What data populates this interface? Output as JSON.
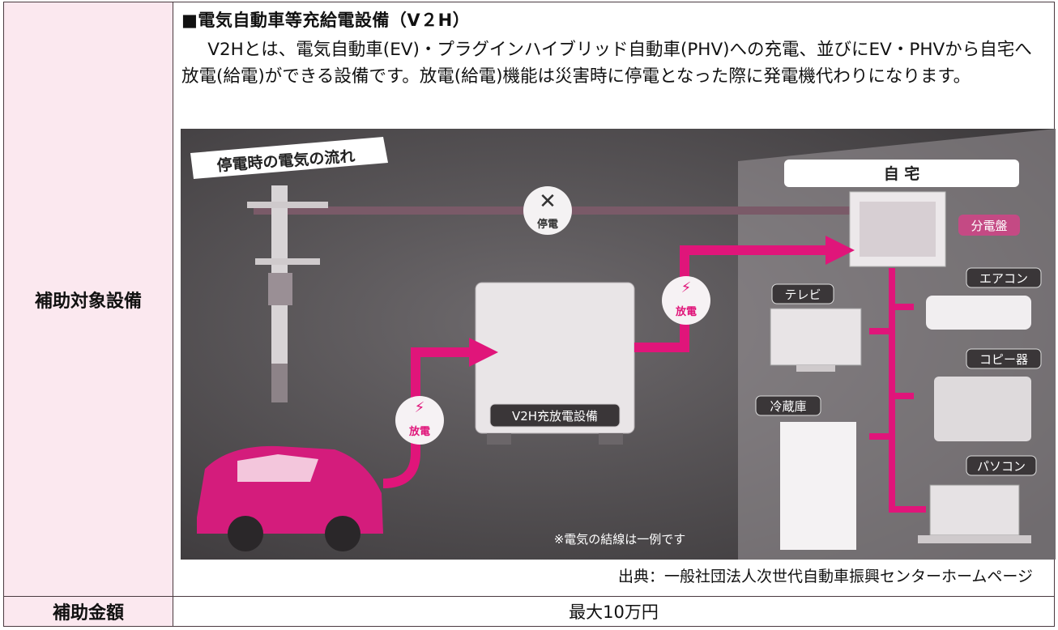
{
  "row1": {
    "label": "補助対象設備",
    "heading": "■電気自動車等充給電設備（V２H）",
    "description": "V2Hとは、電気自動車(EV)・プラグインハイブリッド自動車(PHV)への充電、並びにEV・PHVから自宅へ放電(給電)ができる設備です。放電(給電)機能は災害時に停電となった際に発電機代わりになります。",
    "illustration": {
      "title": "停電時の電気の流れ",
      "outage": "停電",
      "home": "自 宅",
      "v2h_device": "V2H充放電設備",
      "discharge_1": "放電",
      "discharge_2": "放電",
      "panel": "分電盤",
      "aircon": "エアコン",
      "tv": "テレビ",
      "copier": "コピー器",
      "fridge": "冷蔵庫",
      "pc": "パソコン",
      "note": "※電気の結線は一例です"
    },
    "source": "出典：一般社団法人次世代自動車振興センターホームページ"
  },
  "row2": {
    "label": "補助金額",
    "amount": "最大10万円"
  },
  "colors": {
    "label_bg": "#fbe8ef",
    "magenta": "#e0157a",
    "dark_bg": "#5a5558"
  }
}
